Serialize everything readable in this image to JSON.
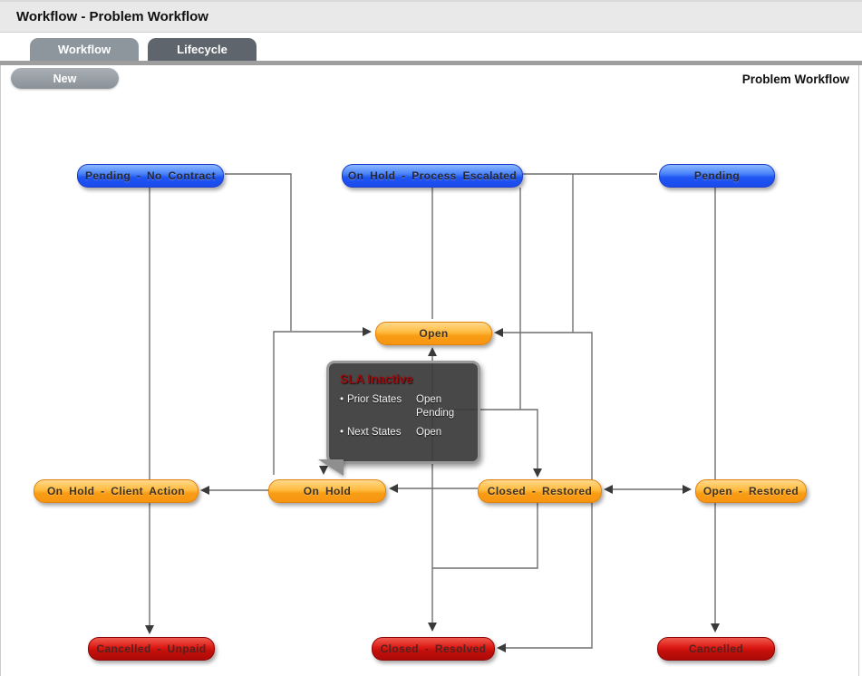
{
  "header": {
    "title": "Workflow - Problem Workflow"
  },
  "tabs": [
    {
      "label": "Workflow",
      "active": false
    },
    {
      "label": "Lifecycle",
      "active": true
    }
  ],
  "toolbar": {
    "new_label": "New",
    "page_label": "Problem Workflow"
  },
  "diagram": {
    "nodes": [
      {
        "label": "Pending - No Contract",
        "type": "blue"
      },
      {
        "label": "On Hold - Process Escalated",
        "type": "blue"
      },
      {
        "label": "Pending",
        "type": "blue"
      },
      {
        "label": "Open",
        "type": "orange"
      },
      {
        "label": "On Hold - Client Action",
        "type": "orange"
      },
      {
        "label": "On Hold",
        "type": "orange"
      },
      {
        "label": "Closed - Restored",
        "type": "orange"
      },
      {
        "label": "Open - Restored",
        "type": "orange"
      },
      {
        "label": "Cancelled - Unpaid",
        "type": "red"
      },
      {
        "label": "Closed - Resolved",
        "type": "red"
      },
      {
        "label": "Cancelled",
        "type": "red"
      }
    ],
    "tooltip": {
      "title": "SLA Inactive",
      "bullet": "•",
      "rows": [
        {
          "label": "Prior States",
          "values": [
            "Open",
            "Pending"
          ]
        },
        {
          "label": "Next States",
          "values": [
            "Open"
          ]
        }
      ]
    },
    "colors": {
      "state_blue": "#2b63f2",
      "state_orange": "#f89d15",
      "state_red": "#c20f0b",
      "tooltip_bg": "#3a3a3a",
      "tooltip_title": "#9c0a0c",
      "connector": "#6f6f6f",
      "arrowhead": "#3a3a3a",
      "tab_active": "#5e656c",
      "tab_inactive": "#8e969d"
    }
  }
}
